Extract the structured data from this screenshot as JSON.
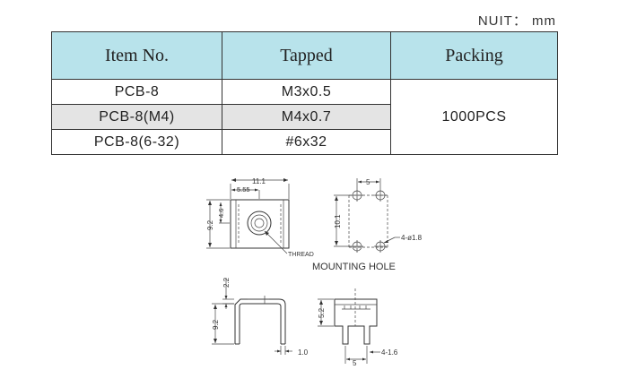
{
  "unit_label": "NUIT： mm",
  "table": {
    "headers": [
      "Item No.",
      "Tapped",
      "Packing"
    ],
    "rows": [
      {
        "item": "PCB-8",
        "tapped": "M3x0.5"
      },
      {
        "item": "PCB-8(M4)",
        "tapped": "M4x0.7"
      },
      {
        "item": "PCB-8(6-32)",
        "tapped": "#6x32"
      }
    ],
    "packing": "1000PCS"
  },
  "drawing": {
    "top_view": {
      "width": "11.1",
      "half_width": "5.55",
      "height": "9.2",
      "inner": "4.6",
      "thread": "THREAD"
    },
    "mounting_hole": {
      "spacing_x": "5",
      "spacing_y": "10.1",
      "holes": "4-ø1.8",
      "caption": "MOUNTING HOLE"
    },
    "side_view": {
      "tab": "2.2",
      "height": "9.2",
      "thickness": "1.0"
    },
    "front_view": {
      "height": "5.2",
      "pin_spacing": "5",
      "pins": "4-1.6"
    }
  }
}
